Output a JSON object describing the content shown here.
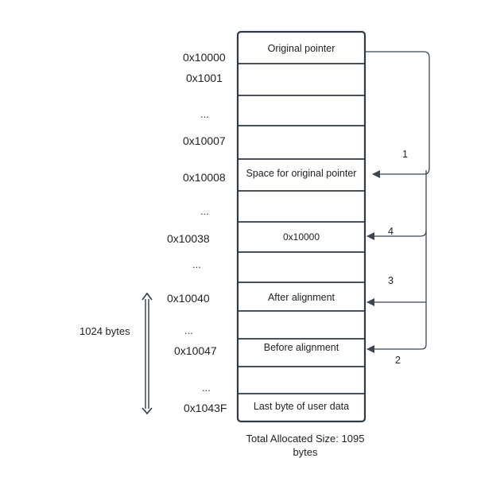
{
  "cells": [
    "Original pointer",
    "",
    "",
    "",
    "Space for original pointer",
    "",
    "0x10000",
    "",
    "After alignment",
    "",
    "Before alignment",
    "",
    "Last byte of user data"
  ],
  "addresses": {
    "a0": "0x10000",
    "a1": "0x1001",
    "d1": "...",
    "a7": "0x10007",
    "a8": "0x10008",
    "d2": "...",
    "a38": "0x10038",
    "d3": "...",
    "a40": "0x10040",
    "d4": "...",
    "a47": "0x10047",
    "d5": "...",
    "a43f": "0x1043F"
  },
  "arrow_labels": {
    "step1": "1",
    "step2": "2",
    "step3": "3",
    "step4": "4"
  },
  "size_label": "1024 bytes",
  "footer": {
    "line1": "Total Allocated Size: 1095",
    "line2": "bytes"
  },
  "colors": {
    "line": "#2f3a45",
    "arrow": "#3b4652",
    "text": "#222222"
  }
}
